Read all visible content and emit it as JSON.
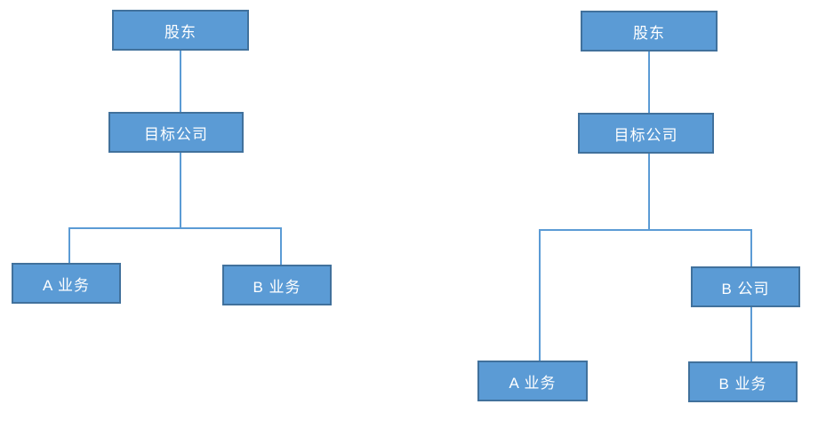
{
  "colors": {
    "background": "#FFFFFF",
    "node_fill": "#5B9BD5",
    "node_border": "#41719C",
    "connector": "#5B9BD5",
    "text": "#FFFFFF"
  },
  "left_chart": {
    "shareholder": "股东",
    "target_company": "目标公司",
    "business_a": "A 业务",
    "business_b": "B 业务",
    "edges": [
      [
        "股东",
        "目标公司"
      ],
      [
        "目标公司",
        "A 业务"
      ],
      [
        "目标公司",
        "B 业务"
      ]
    ]
  },
  "right_chart": {
    "shareholder": "股东",
    "target_company": "目标公司",
    "company_b": "B 公司",
    "business_a": "A 业务",
    "business_b": "B 业务",
    "edges": [
      [
        "股东",
        "目标公司"
      ],
      [
        "目标公司",
        "A 业务"
      ],
      [
        "目标公司",
        "B 公司"
      ],
      [
        "B 公司",
        "B 业务"
      ]
    ]
  }
}
